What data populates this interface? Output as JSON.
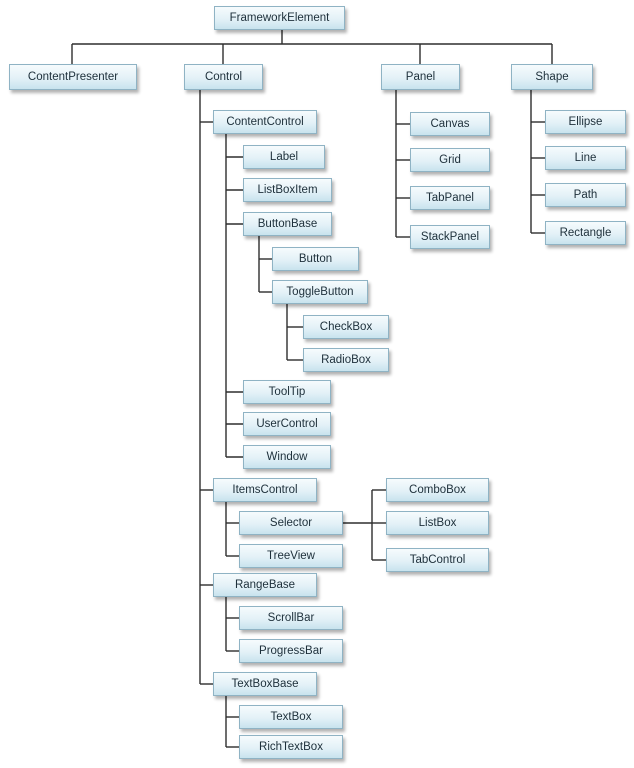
{
  "nodes": {
    "framework_element": "FrameworkElement",
    "content_presenter": "ContentPresenter",
    "control": "Control",
    "panel": "Panel",
    "shape": "Shape",
    "content_control": "ContentControl",
    "label": "Label",
    "list_box_item": "ListBoxItem",
    "button_base": "ButtonBase",
    "button": "Button",
    "toggle_button": "ToggleButton",
    "check_box": "CheckBox",
    "radio_box": "RadioBox",
    "tool_tip": "ToolTip",
    "user_control": "UserControl",
    "window": "Window",
    "items_control": "ItemsControl",
    "selector": "Selector",
    "tree_view": "TreeView",
    "combo_box": "ComboBox",
    "list_box": "ListBox",
    "tab_control": "TabControl",
    "range_base": "RangeBase",
    "scroll_bar": "ScrollBar",
    "progress_bar": "ProgressBar",
    "text_box_base": "TextBoxBase",
    "text_box": "TextBox",
    "rich_text_box": "RichTextBox",
    "canvas": "Canvas",
    "grid": "Grid",
    "tab_panel": "TabPanel",
    "stack_panel": "StackPanel",
    "ellipse": "Ellipse",
    "line": "Line",
    "path": "Path",
    "rectangle": "Rectangle"
  }
}
